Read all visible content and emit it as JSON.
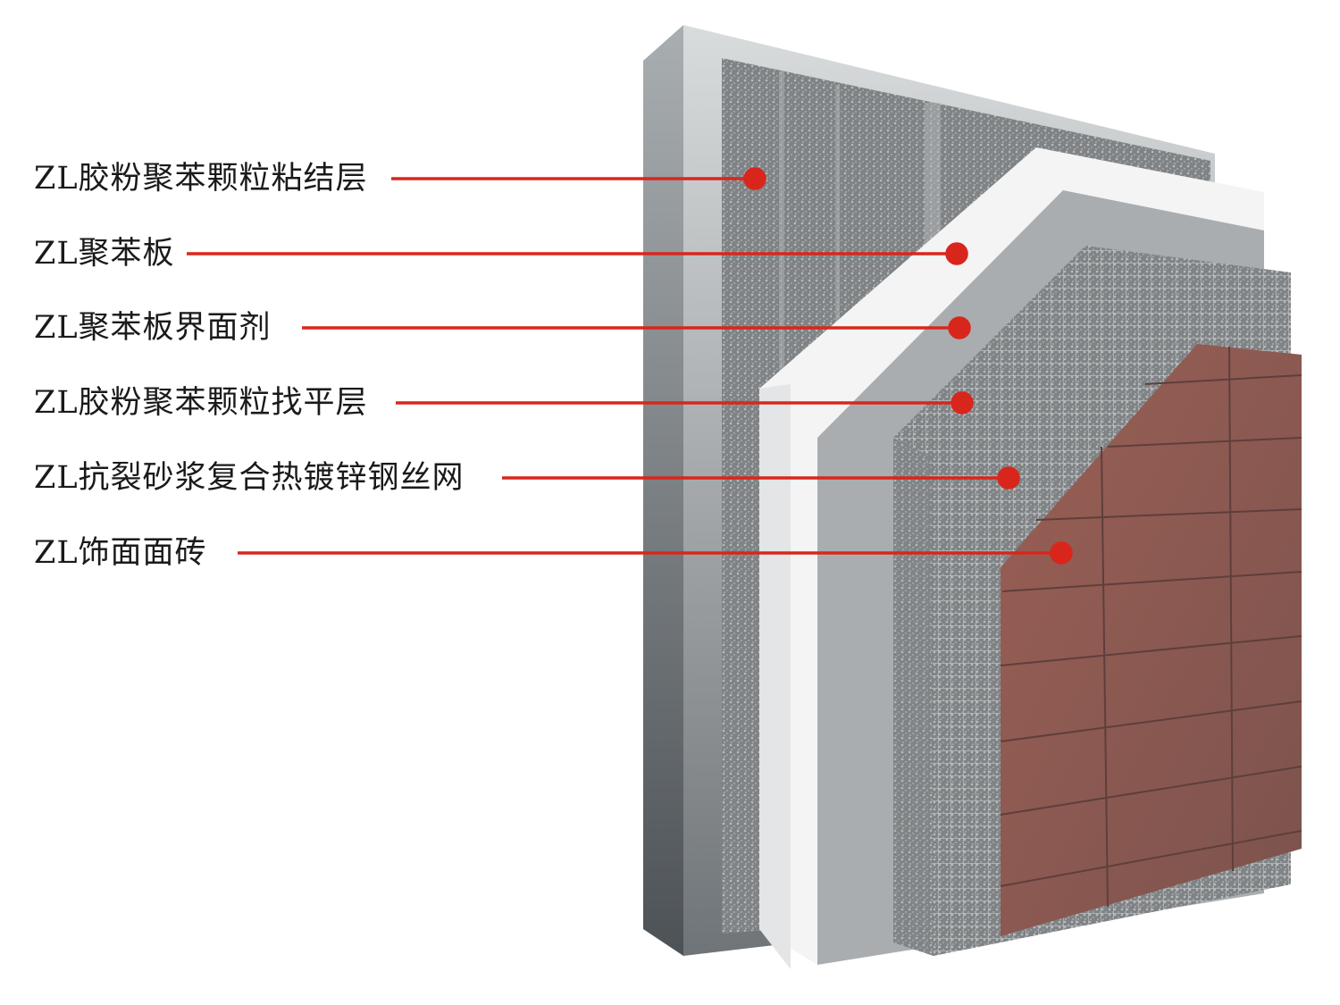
{
  "colors": {
    "leader": "#d9261c",
    "tile": "#8a5a52",
    "board": "#f2f2f2",
    "wall": "#9aa0a3"
  },
  "layers": [
    {
      "label": "ZL胶粉聚苯颗粒粘结层"
    },
    {
      "label": "ZL聚苯板"
    },
    {
      "label": "ZL聚苯板界面剂"
    },
    {
      "label": "ZL胶粉聚苯颗粒找平层"
    },
    {
      "label": "ZL抗裂砂浆复合热镀锌钢丝网"
    },
    {
      "label": "ZL饰面面砖"
    }
  ]
}
